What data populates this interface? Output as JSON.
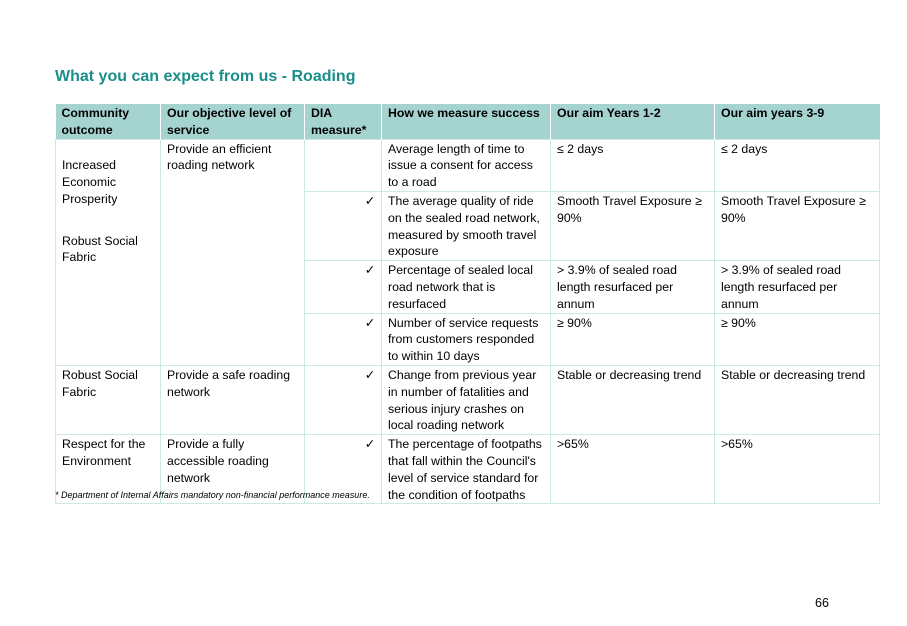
{
  "title": "What you can expect from us - Roading",
  "headers": [
    "Community outcome",
    "Our objective level of service",
    "DIA measure*",
    "How we measure success",
    "Our aim Years 1-2",
    "Our aim years 3-9"
  ],
  "group1": {
    "outcome_a": "Increased Economic Prosperity",
    "outcome_b": "Robust Social Fabric",
    "service": "Provide an efficient roading network",
    "rows": [
      {
        "dia": "",
        "measure": "Average length of time to issue a consent for access to a road",
        "aim12": "≤ 2 days",
        "aim39": "≤ 2 days"
      },
      {
        "dia": "✓",
        "measure": "The average quality of ride on the sealed road network, measured by smooth travel exposure",
        "aim12": "Smooth Travel Exposure ≥ 90%",
        "aim39": "Smooth Travel Exposure ≥ 90%"
      },
      {
        "dia": "✓",
        "measure": "Percentage of sealed local road network that is resurfaced",
        "aim12": "> 3.9% of sealed road length resurfaced per annum",
        "aim39": "> 3.9% of sealed road length resurfaced per annum"
      },
      {
        "dia": "✓",
        "measure": "Number of service requests from customers responded to within 10 days",
        "aim12": "≥ 90%",
        "aim39": "≥ 90%"
      }
    ]
  },
  "group2": {
    "outcome": "Robust Social Fabric",
    "service": "Provide a safe roading network",
    "dia": "✓",
    "measure": "Change from previous year in number of fatalities and serious injury crashes on local roading network",
    "aim12": "Stable or decreasing trend",
    "aim39": "Stable or decreasing trend"
  },
  "group3": {
    "outcome": "Respect for the Environment",
    "service": "Provide a fully accessible roading network",
    "dia": "✓",
    "measure": "The percentage of footpaths that fall within the Council's level of service standard for the condition of footpaths",
    "aim12": ">65%",
    "aim39": ">65%"
  },
  "footnote": "* Department of Internal Affairs mandatory non-financial performance measure.",
  "page_number": "66"
}
